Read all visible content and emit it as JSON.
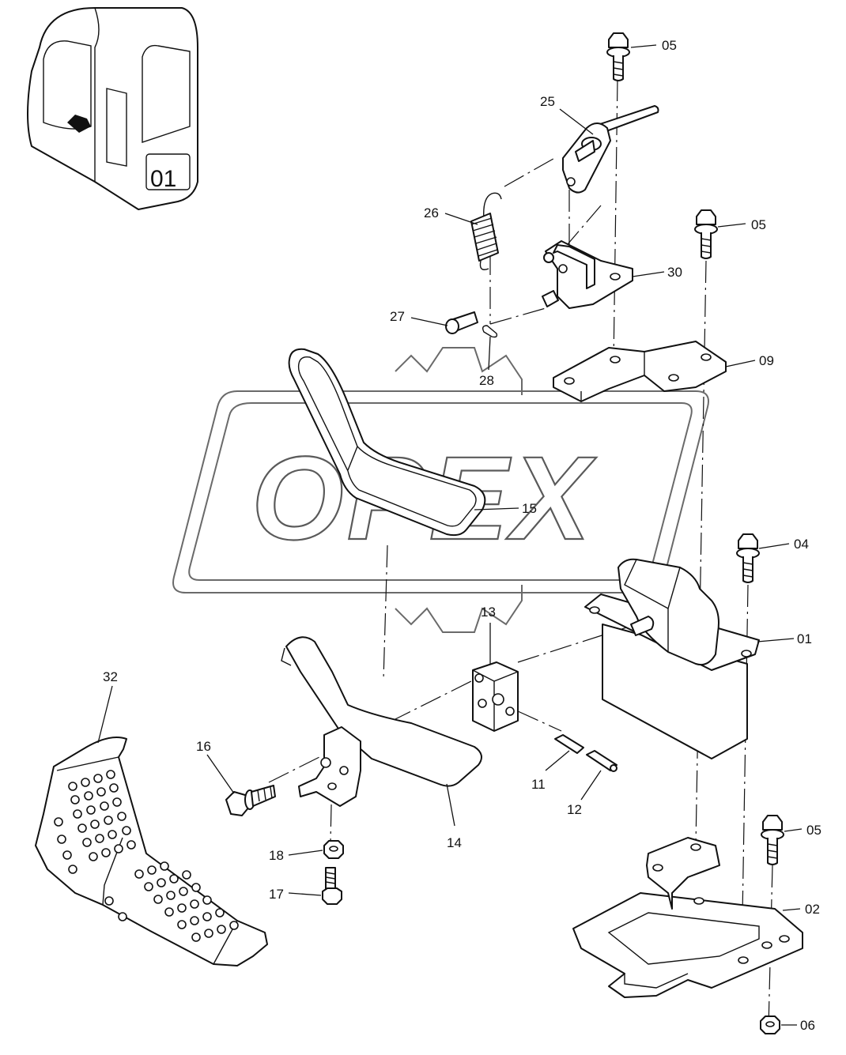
{
  "watermark": {
    "text": "OPEX"
  },
  "cab_icon": {
    "label": "01"
  },
  "callouts": [
    {
      "id": "05a",
      "label": "05"
    },
    {
      "id": "25",
      "label": "25"
    },
    {
      "id": "26",
      "label": "26"
    },
    {
      "id": "05b",
      "label": "05"
    },
    {
      "id": "30",
      "label": "30"
    },
    {
      "id": "27",
      "label": "27"
    },
    {
      "id": "28",
      "label": "28"
    },
    {
      "id": "09",
      "label": "09"
    },
    {
      "id": "15",
      "label": "15"
    },
    {
      "id": "04",
      "label": "04"
    },
    {
      "id": "13",
      "label": "13"
    },
    {
      "id": "01",
      "label": "01"
    },
    {
      "id": "32",
      "label": "32"
    },
    {
      "id": "16",
      "label": "16"
    },
    {
      "id": "11",
      "label": "11"
    },
    {
      "id": "12",
      "label": "12"
    },
    {
      "id": "14",
      "label": "14"
    },
    {
      "id": "05c",
      "label": "05"
    },
    {
      "id": "18",
      "label": "18"
    },
    {
      "id": "02",
      "label": "02"
    },
    {
      "id": "17",
      "label": "17"
    },
    {
      "id": "06",
      "label": "06"
    }
  ]
}
